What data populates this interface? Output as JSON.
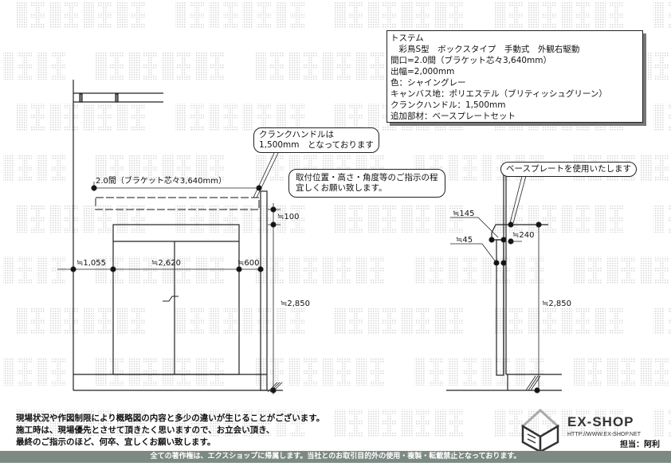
{
  "watermark": "転載禁止",
  "spec": {
    "lines": [
      "トステム",
      "　彩鳥S型　ボックスタイプ　手動式　外観右駆動",
      "間口=2.0間（ブラケット芯々3,640mm）",
      "出幅=2,000mm",
      "色：シャイングレー",
      "キャンバス地：ポリエステル（ブリティッシュグリーン）",
      "クランクハンドル：1,500mm",
      "追加部材：ベースプレートセット"
    ]
  },
  "callouts": {
    "crank": [
      "クランクハンドルは",
      "1,500mm　となっております"
    ],
    "instruction": [
      "取付位置・高さ・角度等のご指示の程",
      "宜しくお願い致します。"
    ],
    "baseplate": "ベースプレートを使用いたします"
  },
  "dims": {
    "width": "2.0間（ブラケット芯々3,640mm）",
    "d100": "≒100",
    "d1055": "≒1,055",
    "d2620": "≒2,620",
    "d600": "≒600",
    "d2850_left": "≒2,850",
    "d145": "≒145",
    "d45": "≒45",
    "d240": "≒240",
    "d2850_right": "≒2,850"
  },
  "notes": [
    "現場状況や作図制限により概略図の内容と多少の違いが生じることがございます。",
    "施工時は、現場優先とさせて頂きたく思いますので、お立会い頂き、",
    "最終のご指示のほど、何卒、宜しくお願い致します。"
  ],
  "brand": {
    "name": "EX-SHOP",
    "url": "HTTP://WWW.EX-SHOP.NET",
    "staff": "担当：阿利"
  },
  "footer": "全ての著作権は、エクスショップに帰属します。当社とのお取引目的外の使用・複製・転載禁止となっております。"
}
